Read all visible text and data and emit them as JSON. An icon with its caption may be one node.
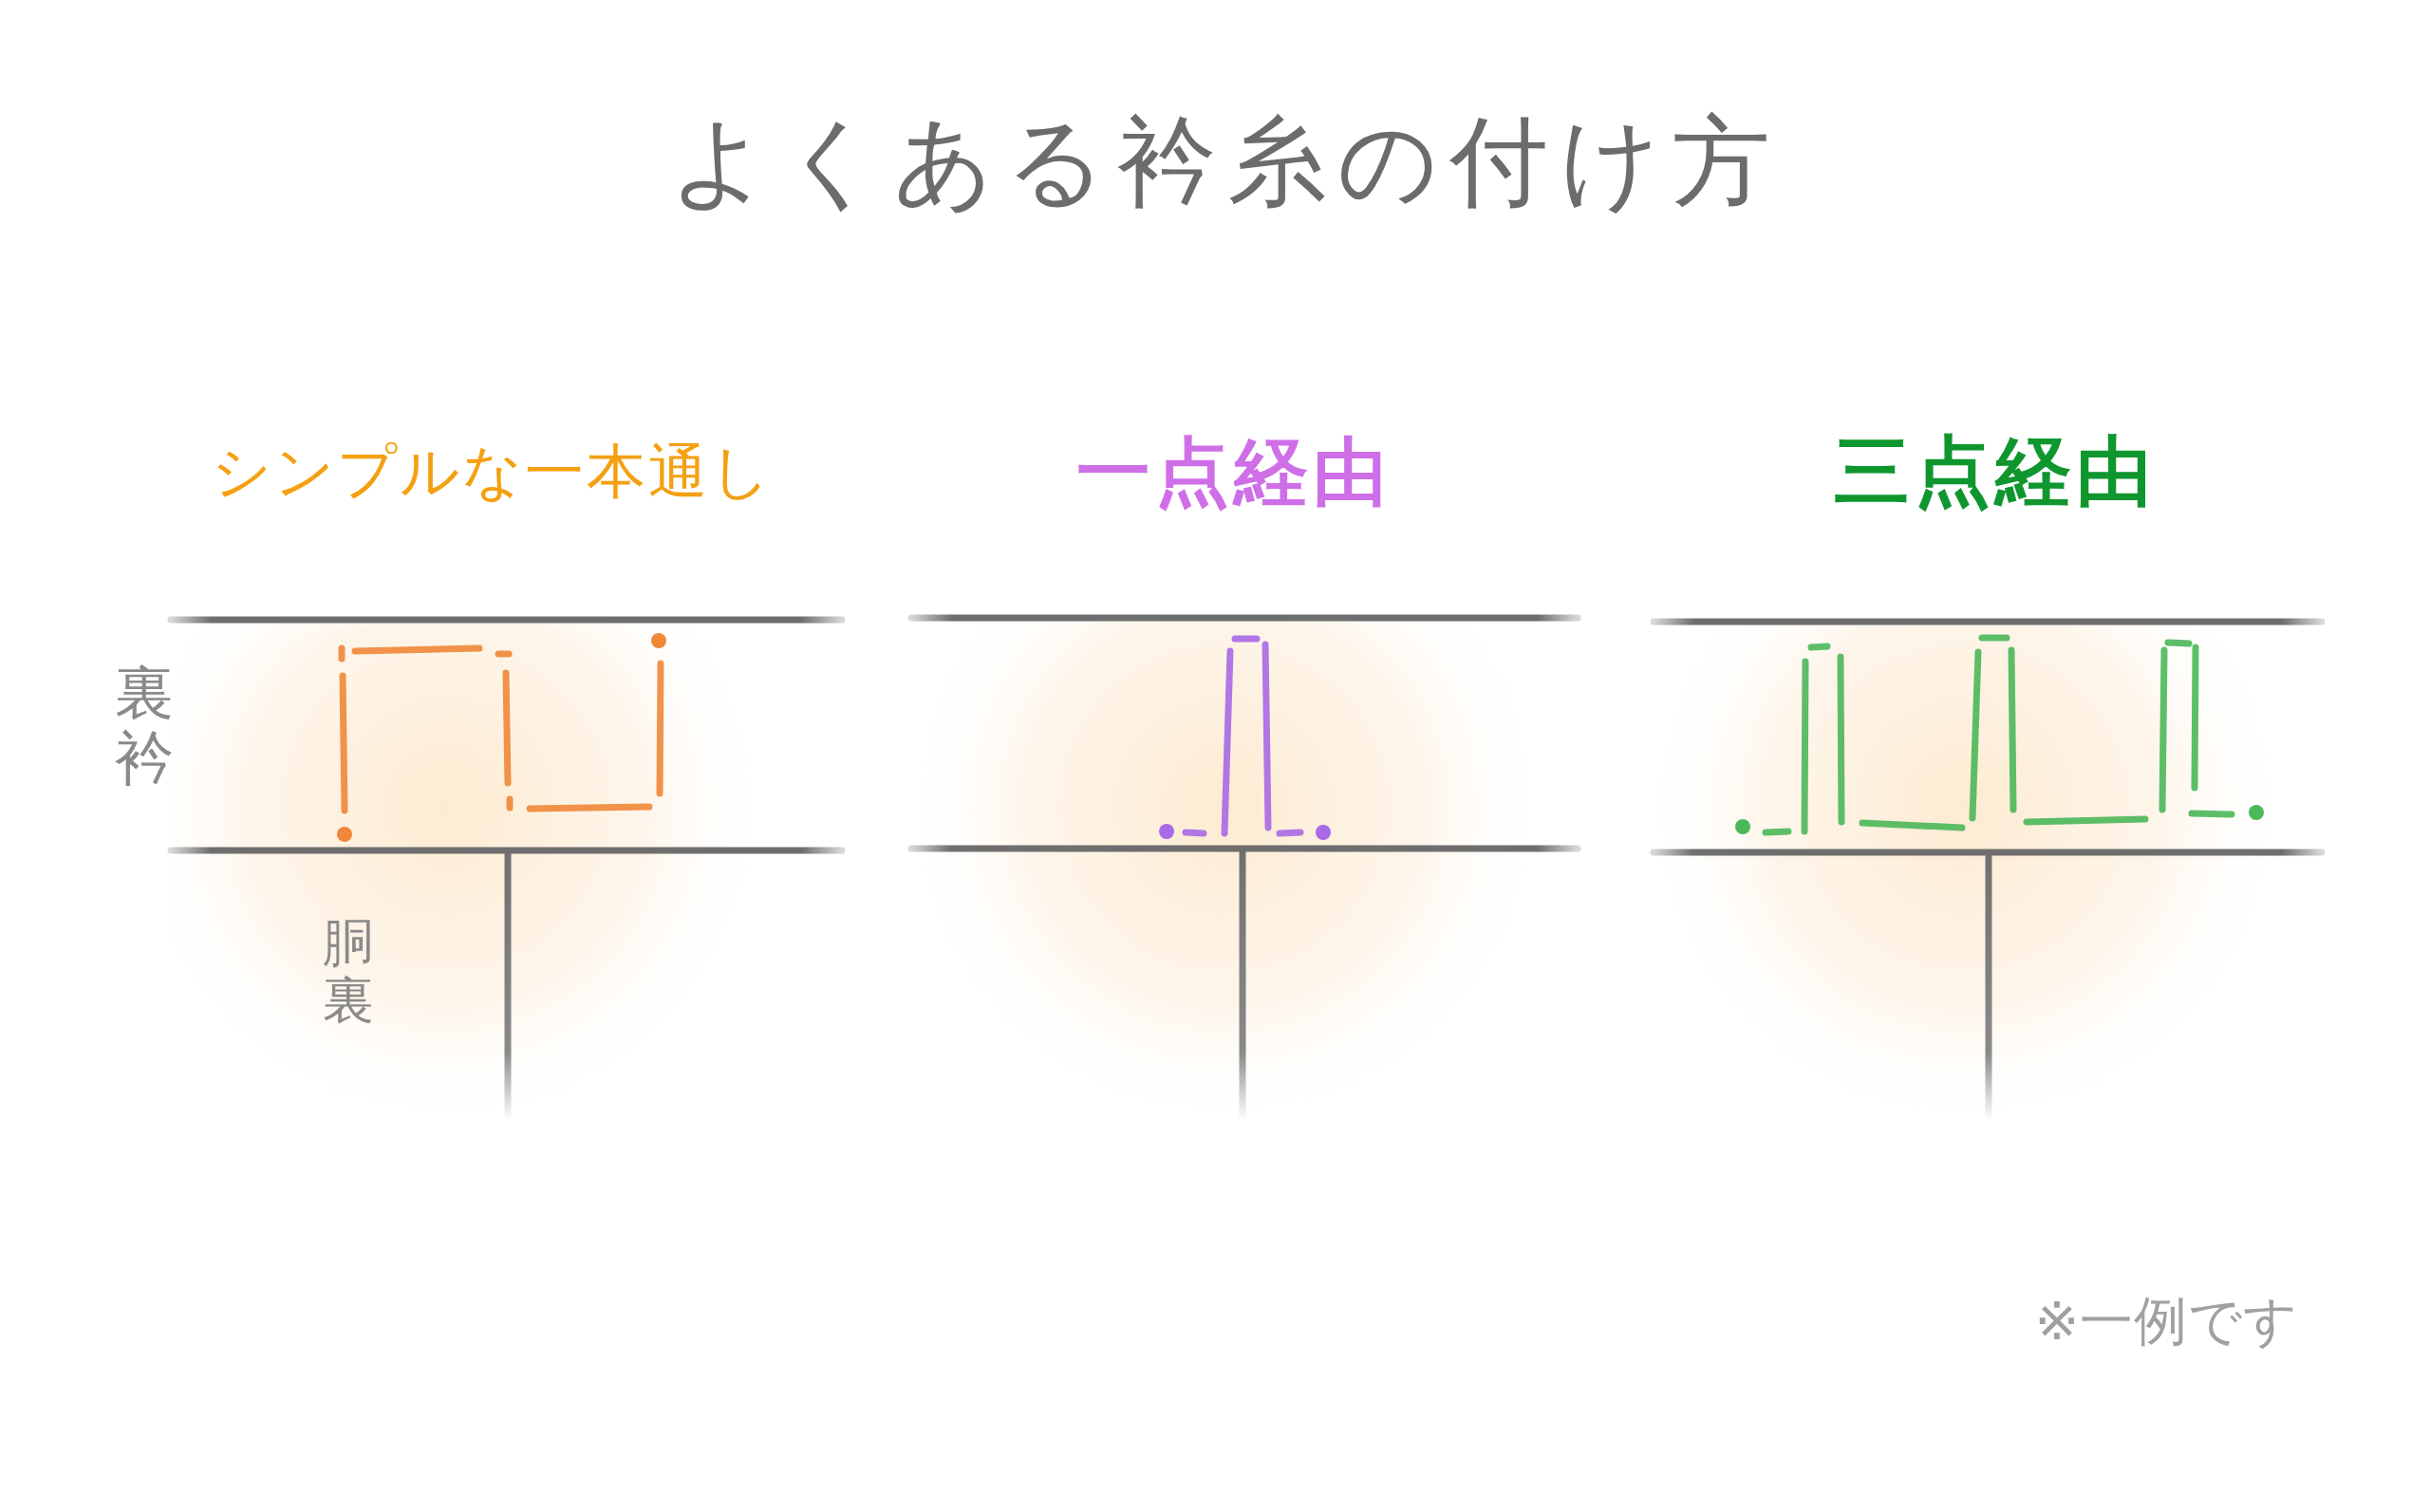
{
  "diagram": {
    "title": "よくある衿糸の付け方",
    "labels": [
      "シンプルな一本通し",
      "一点経由",
      "三点経由",
      "裏衿",
      "胴裏",
      "※一例です"
    ]
  }
}
